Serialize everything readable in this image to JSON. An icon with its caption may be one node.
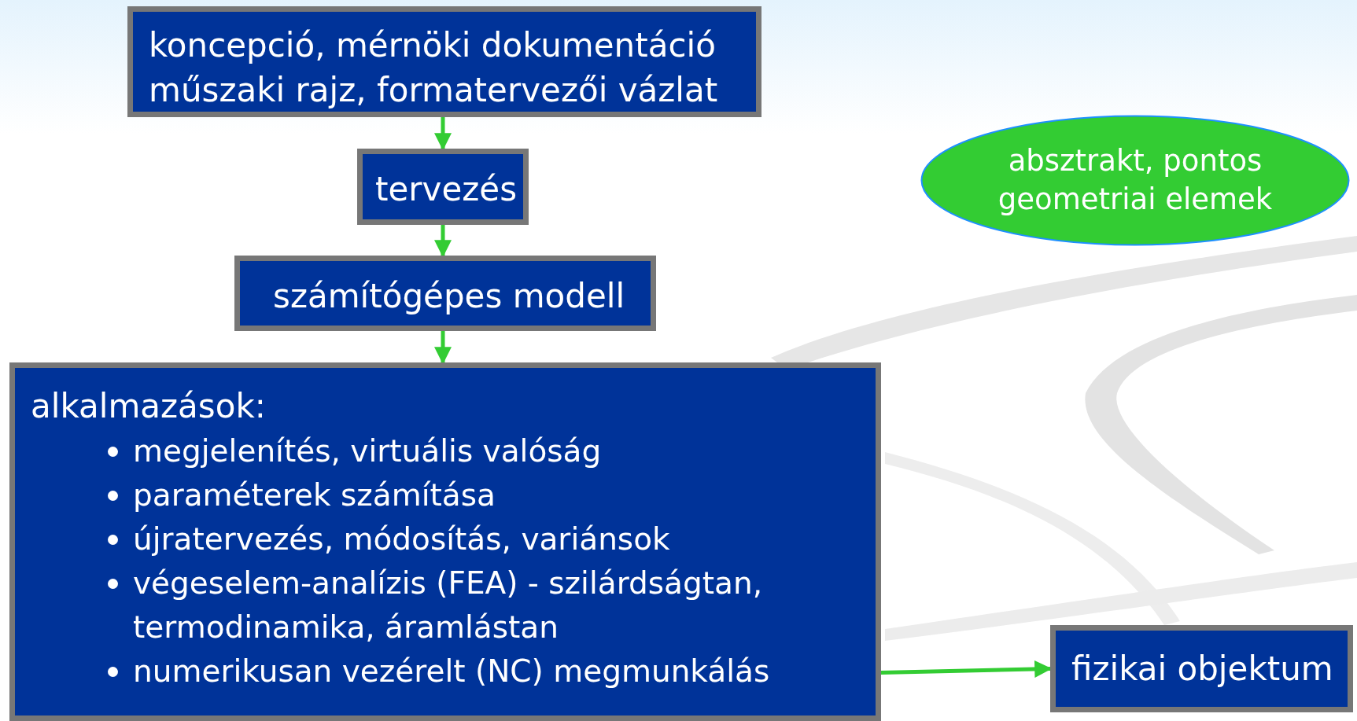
{
  "diagram": {
    "nodes": [
      {
        "text": [
          "koncepció, mérnöki dokumentáció",
          "műszaki rajz, formatervezői vázlat"
        ]
      },
      {
        "text": [
          "tervezés"
        ]
      },
      {
        "text": [
          "számítógépes modell"
        ]
      },
      {
        "text": [
          "alkalmazások:",
          "megjelenítés, virtuális valóság",
          "paraméterek számítása",
          "újratervezés, módosítás, variánsok",
          "végeselem-analízis (FEA)  - szilárdságtan, termodinamika, áramlástan",
          "numerikusan vezérelt (NC) megmunkálás"
        ]
      },
      {
        "text": [
          "absztrakt, pontos geometriai elemek"
        ]
      },
      {
        "text": [
          "fizikai objektum"
        ]
      }
    ],
    "edges": [
      {
        "from": 0,
        "to": 1,
        "arrow": "to"
      },
      {
        "from": 1,
        "to": 2,
        "arrow": "to"
      },
      {
        "from": 2,
        "to": 3,
        "arrow": "to"
      },
      {
        "from": 3,
        "to": 5,
        "arrow": "to"
      }
    ]
  }
}
